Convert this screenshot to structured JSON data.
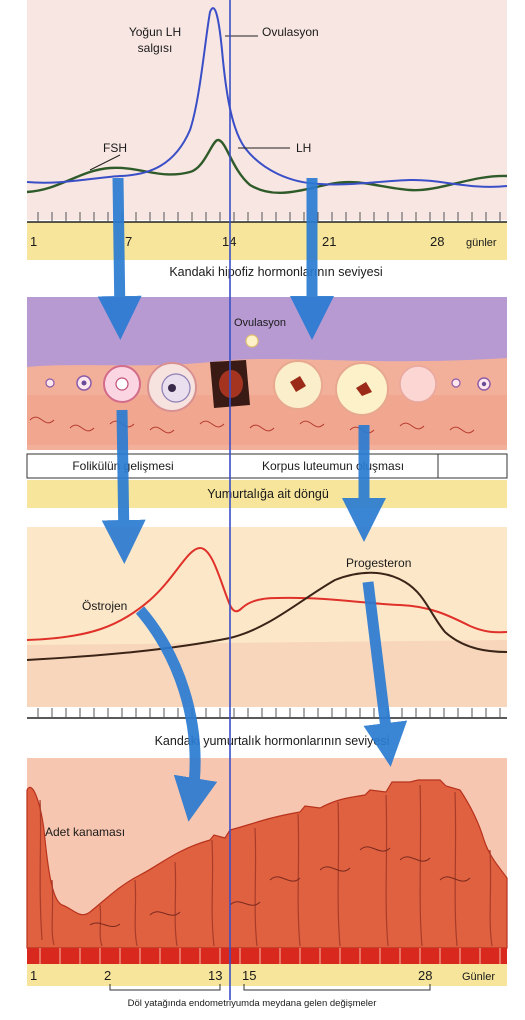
{
  "panel1": {
    "label_lh_surge_line1": "Yoğun LH",
    "label_lh_surge_line2": "salgısı",
    "label_ovulation": "Ovulasyon",
    "label_fsh": "FSH",
    "label_lh": "LH",
    "axis_ticks": [
      "1",
      "7",
      "14",
      "21",
      "28"
    ],
    "axis_unit": "günler",
    "caption": "Kandaki hipofiz hormonlarının seviyesi"
  },
  "panel2": {
    "label_ovulation": "Ovulasyon",
    "label_follicle": "Folikülün gelişmesi",
    "label_corpus": "Korpus luteumun oluşması",
    "caption": "Yumurtalığa ait döngü"
  },
  "panel3": {
    "label_estrogen": "Östrojen",
    "label_progesterone": "Progesteron",
    "caption": "Kandaki yumurtalık hormonlarının seviyesi"
  },
  "panel4": {
    "label_menses": "Adet kanaması",
    "axis_ticks": [
      "1",
      "2",
      "13",
      "15",
      "28"
    ],
    "axis_unit": "Günler",
    "caption": "Döl yatağında endometriyumda meydana gelen değişmeler"
  },
  "colors": {
    "fsh": "#2f5b2a",
    "lh": "#3a4fc7",
    "estrogen": "#e0302a",
    "progesterone": "#3a2418",
    "arrow": "#2b7bd2",
    "axis_band": "#f6e59a",
    "ovary_purple": "#b79ad2",
    "endometrium": "#e0613f"
  }
}
